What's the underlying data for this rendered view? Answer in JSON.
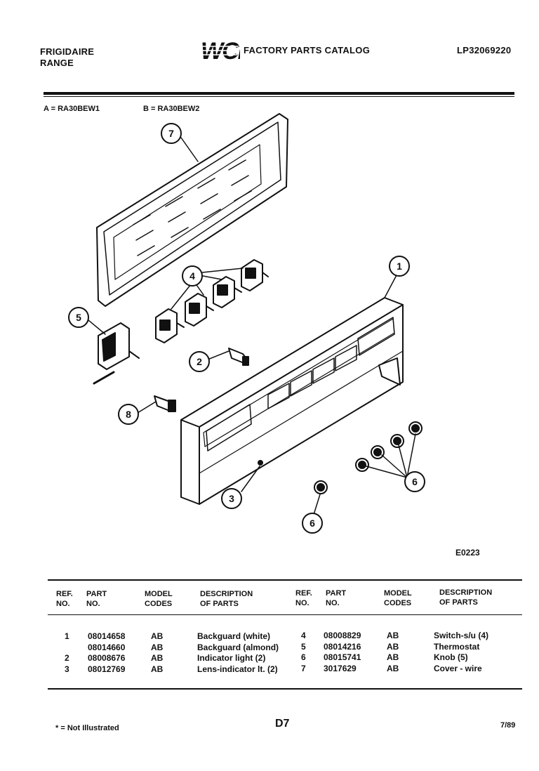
{
  "header": {
    "brand_line1": "FRIGIDAIRE",
    "brand_line2": "RANGE",
    "logo_text": "WCI",
    "catalog_title": "FACTORY PARTS CATALOG",
    "catalog_number": "LP32069220"
  },
  "models": {
    "a": "A = RA30BEW1",
    "b": "B = RA30BEW2"
  },
  "diagram": {
    "code": "E0223",
    "callouts": [
      "7",
      "4",
      "5",
      "1",
      "2",
      "8",
      "3",
      "6",
      "6"
    ]
  },
  "table": {
    "left_headers": {
      "ref": "REF.\nNO.",
      "part": "PART\nNO.",
      "model": "MODEL\nCODES",
      "desc": "DESCRIPTION\nOF PARTS"
    },
    "right_headers": {
      "ref": "REF.\nNO.",
      "part": "PART\nNO.",
      "model": "MODEL\nCODES",
      "desc": "DESCRIPTION\nOF PARTS"
    },
    "left_rows": [
      {
        "ref": "1",
        "part": "08014658",
        "model": "AB",
        "desc": "Backguard (white)"
      },
      {
        "ref": "",
        "part": "08014660",
        "model": "AB",
        "desc": "Backguard (almond)"
      },
      {
        "ref": "2",
        "part": "08008676",
        "model": "AB",
        "desc": "Indicator light (2)"
      },
      {
        "ref": "3",
        "part": "08012769",
        "model": "AB",
        "desc": "Lens-indicator lt. (2)"
      }
    ],
    "right_rows": [
      {
        "ref": "4",
        "part": "08008829",
        "model": "AB",
        "desc": "Switch-s/u (4)"
      },
      {
        "ref": "5",
        "part": "08014216",
        "model": "AB",
        "desc": "Thermostat"
      },
      {
        "ref": "6",
        "part": "08015741",
        "model": "AB",
        "desc": "Knob (5)"
      },
      {
        "ref": "7",
        "part": "3017629",
        "model": "AB",
        "desc": "Cover - wire"
      }
    ]
  },
  "footer": {
    "footnote": "* = Not Illustrated",
    "page": "D7",
    "date": "7/89"
  }
}
